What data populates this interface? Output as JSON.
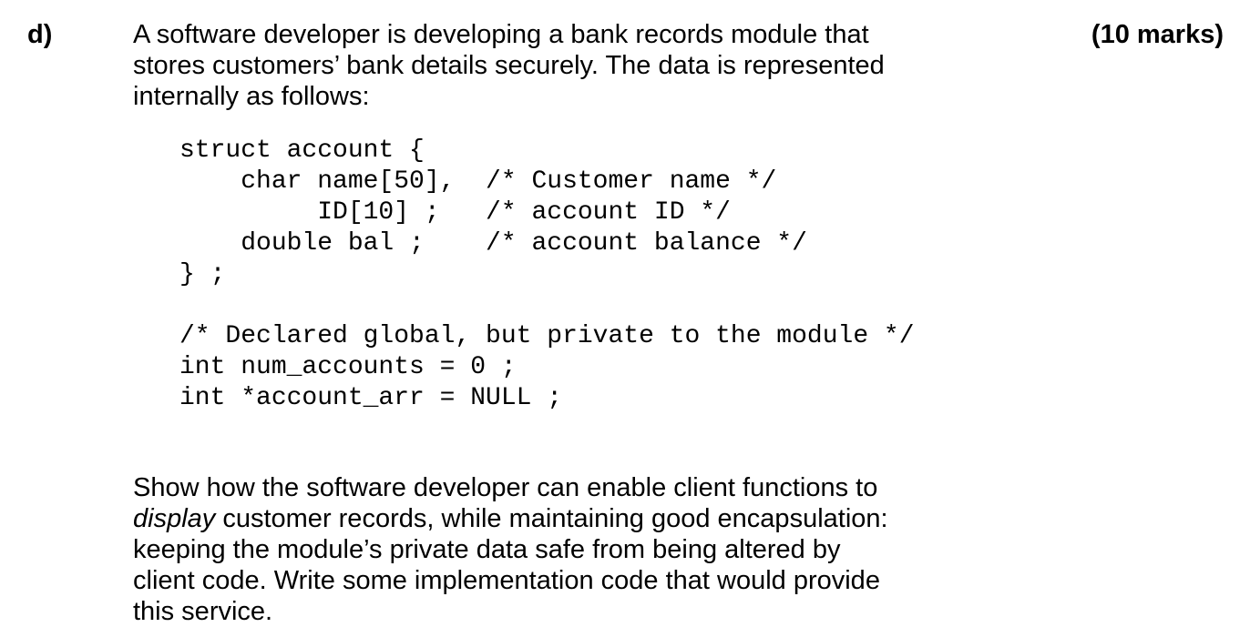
{
  "question": {
    "label": "d)",
    "marks": "(10 marks)",
    "intro_lines": [
      "A software developer is developing a bank records module that",
      "stores customers’ bank details securely. The data is represented",
      "internally as follows:"
    ],
    "code_block1": [
      "struct account {",
      "    char name[50],  /* Customer name */",
      "         ID[10] ;   /* account ID */",
      "    double bal ;    /* account balance */",
      "} ;"
    ],
    "code_block2": [
      "/* Declared global, but private to the module */",
      "int num_accounts = 0 ;",
      "int *account_arr = NULL ;"
    ],
    "task": {
      "line1": "Show how the software developer can enable client functions to",
      "line2_em": "display",
      "line2_rest": " customer records, while maintaining good encapsulation:",
      "line3": "keeping the module’s private data safe from being altered by",
      "line4": "client code. Write some implementation code that would provide",
      "line5": "this service."
    }
  }
}
